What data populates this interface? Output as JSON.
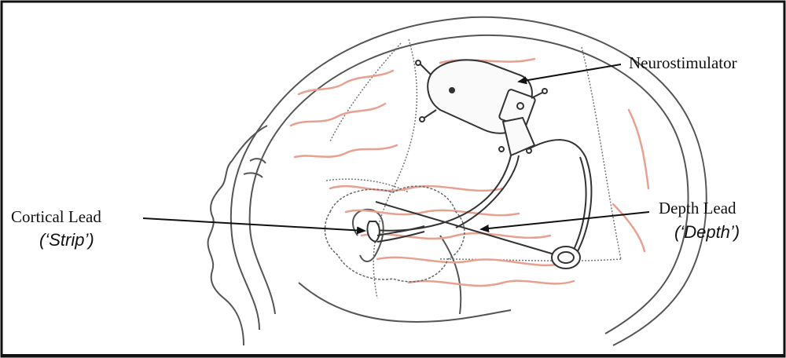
{
  "labels": {
    "neurostimulator": "Neurostimulator",
    "cortical_lead": "Cortical Lead",
    "cortical_lead_alias": "(‘Strip’)",
    "depth_lead": "Depth Lead",
    "depth_lead_alias": "(‘Depth’)"
  },
  "colors": {
    "outline": "#555555",
    "vessels": "#e8a090",
    "frame": "#111111",
    "background": "#ffffff"
  }
}
